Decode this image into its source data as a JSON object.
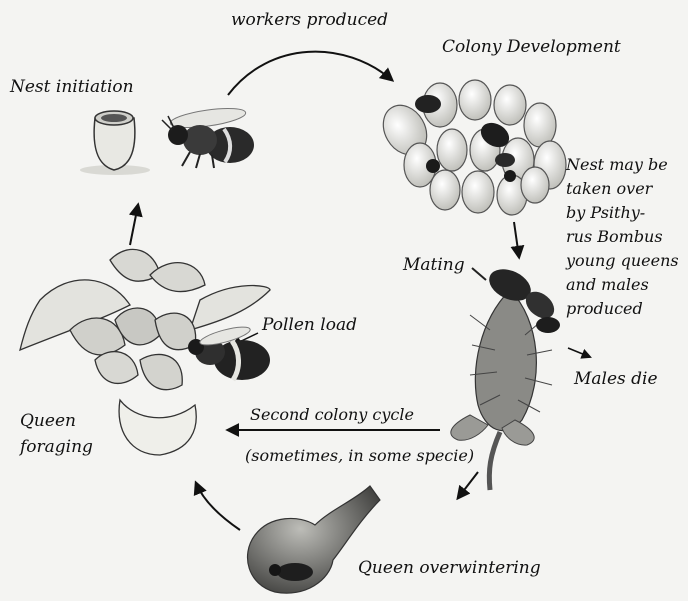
{
  "labels": {
    "workers_produced": "workers produced",
    "colony_development": "Colony Development",
    "nest_initiation": "Nest initiation",
    "nest_note": [
      "Nest may be",
      "taken over",
      "by Psithy-",
      "rus Bombus",
      "young queens",
      "and males",
      "produced"
    ],
    "mating": "Mating",
    "pollen_load": "Pollen load",
    "males_die": "Males die",
    "queen_foraging": [
      "Queen",
      "foraging"
    ],
    "second_cycle": "Second colony cycle",
    "second_cycle_note": "(sometimes, in some specie)",
    "queen_overwintering": "Queen overwintering"
  },
  "colors": {
    "ink": "#111111",
    "background": "#f4f4f2"
  }
}
